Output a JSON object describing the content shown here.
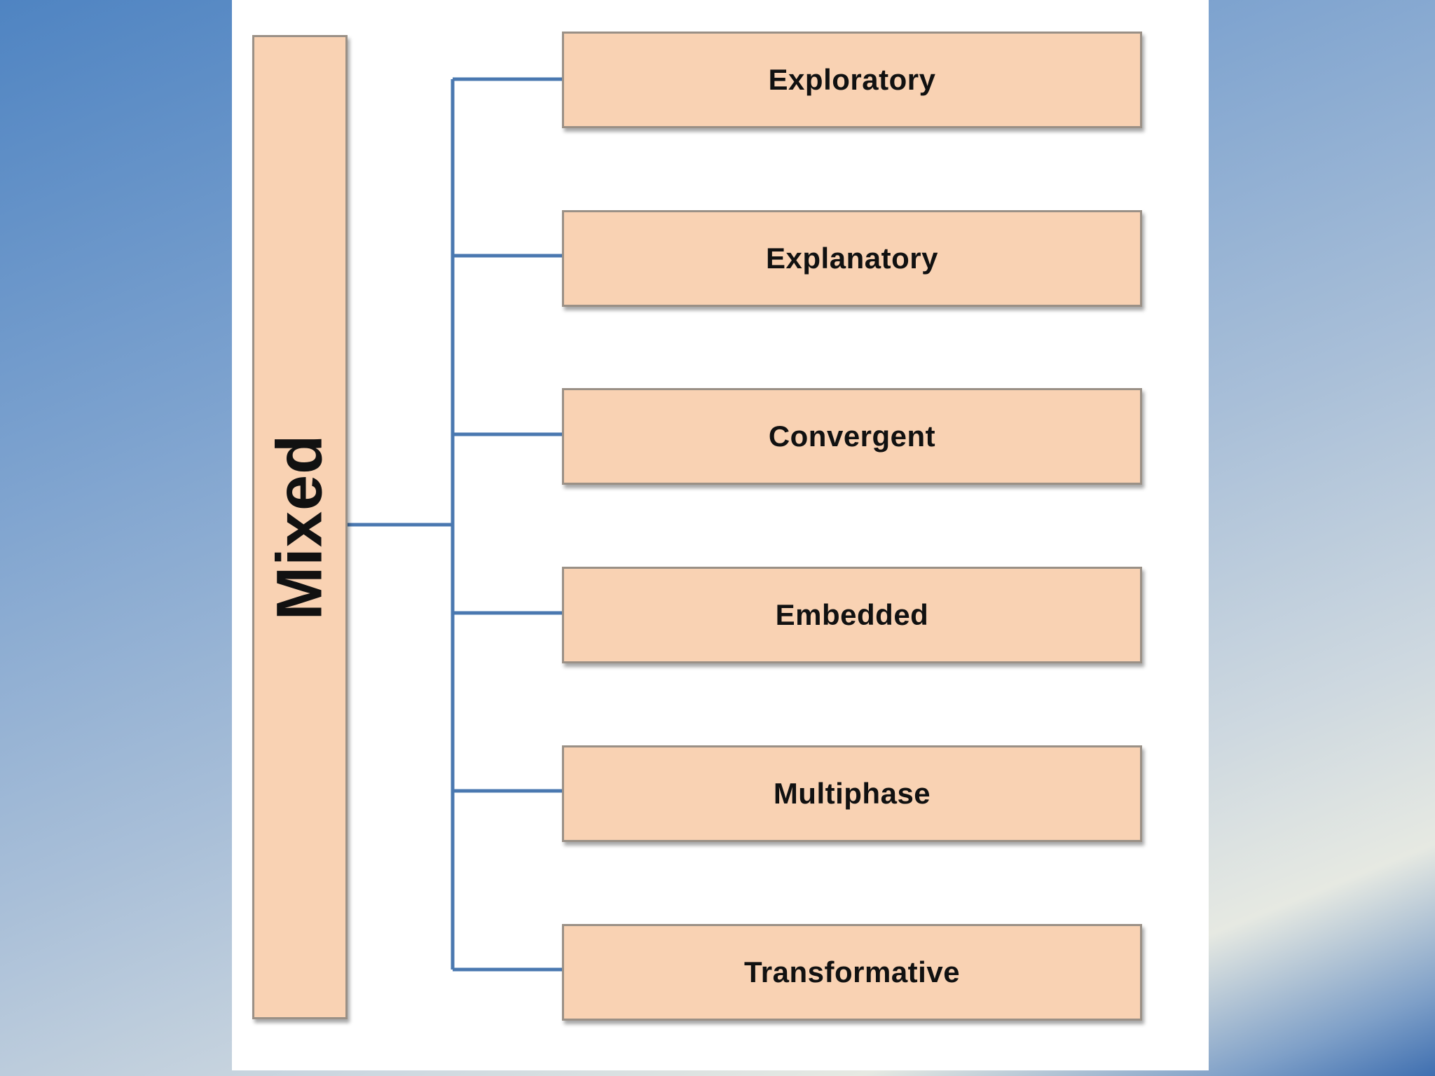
{
  "diagram": {
    "root": {
      "label": "Mixed"
    },
    "children": [
      {
        "label": "Exploratory"
      },
      {
        "label": "Explanatory"
      },
      {
        "label": "Convergent"
      },
      {
        "label": "Embedded"
      },
      {
        "label": "Multiphase"
      },
      {
        "label": "Transformative"
      }
    ]
  },
  "colors": {
    "box_fill": "#f9d2b3",
    "box_border": "#9a9086",
    "connector": "#4a78b0",
    "panel": "#ffffff"
  }
}
